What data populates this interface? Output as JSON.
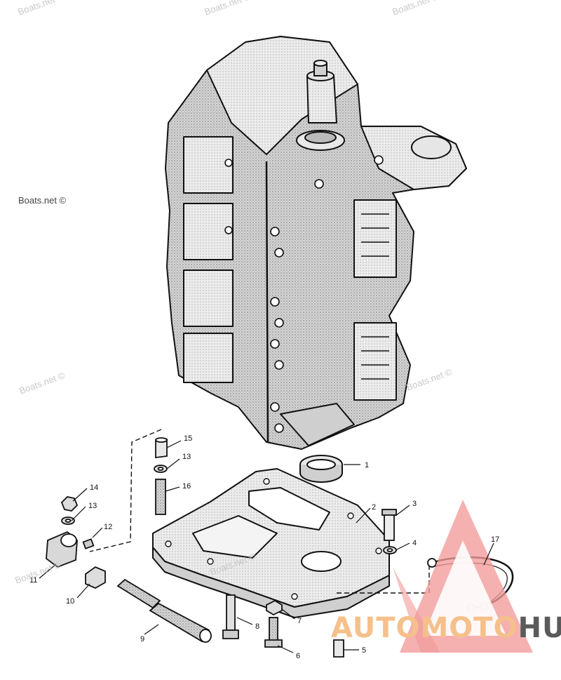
{
  "watermarks": [
    {
      "text": "Boats.net",
      "style": "faint"
    },
    {
      "text": "Boats.net ©",
      "style": "faint"
    },
    {
      "text": "Boats.net ©",
      "style": "faint"
    },
    {
      "text": "Boats.net ©",
      "style": "strong"
    },
    {
      "text": "Boats.net ©",
      "style": "faint"
    },
    {
      "text": "Boats.net ©",
      "style": "faint"
    },
    {
      "text": "Boats.net ©",
      "style": "faint"
    },
    {
      "text": "Boats.net ©",
      "style": "faint"
    }
  ],
  "callouts": [
    "1",
    "2",
    "3",
    "4",
    "5",
    "6",
    "7",
    "8",
    "9",
    "10",
    "11",
    "12",
    "13",
    "13",
    "14",
    "15",
    "16",
    "17"
  ],
  "logo": {
    "part1": "AUTOMOTO",
    "part2": "HUB",
    "triangle_color": "#f29a9a",
    "text_color_1": "#f5c08a",
    "text_color_2": "#5a5a5a"
  },
  "colors": {
    "line": "#111111",
    "shade": "#9a9a9a",
    "background": "#ffffff"
  }
}
